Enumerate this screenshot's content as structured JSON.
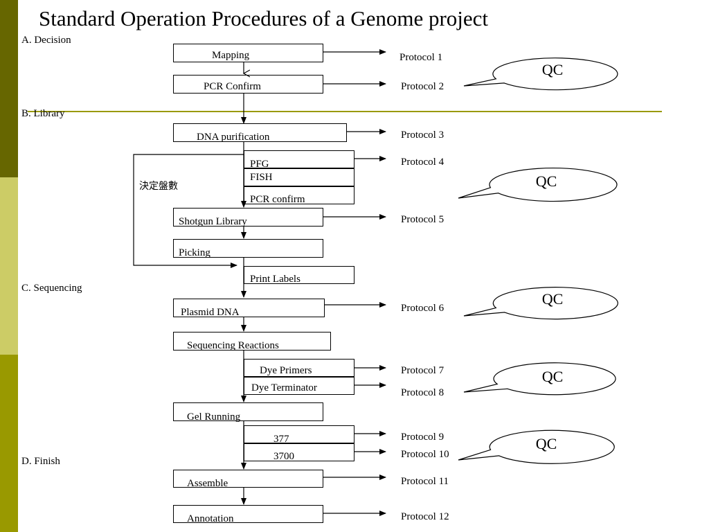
{
  "colors": {
    "sidebar_dark": "#666600",
    "sidebar_light": "#cccc66",
    "sidebar_mid": "#999900",
    "divider": "#999900"
  },
  "title": "Standard Operation Procedures of a Genome project",
  "sections": {
    "decision": "A. Decision",
    "library": "B. Library",
    "sequencing": "C. Sequencing",
    "finish": "D. Finish"
  },
  "steps": {
    "mapping": "Mapping",
    "pcr_confirm": "PCR Confirm",
    "dna_purification": "DNA purification",
    "pfg": "PFG",
    "fish": "FISH",
    "pcr_confirm_lower": "PCR confirm",
    "shotgun_library": "Shotgun Library",
    "picking": "Picking",
    "print_labels": "Print Labels",
    "plasmid_dna": "Plasmid DNA",
    "sequencing_reactions": "Sequencing Reactions",
    "dye_primers": "Dye Primers",
    "dye_terminator": "Dye Terminator",
    "gel_running": "Gel Running",
    "m377": "377",
    "m3700": "3700",
    "assemble": "Assemble",
    "annotation": "Annotation"
  },
  "loop_label": "決定盤數",
  "protocols": [
    "Protocol 1",
    "Protocol 2",
    "Protocol 3",
    "Protocol 4",
    "Protocol 5",
    "Protocol 6",
    "Protocol 7",
    "Protocol 8",
    "Protocol 9",
    "Protocol 10",
    "Protocol 11",
    "Protocol 12"
  ],
  "qc_label": "QC"
}
